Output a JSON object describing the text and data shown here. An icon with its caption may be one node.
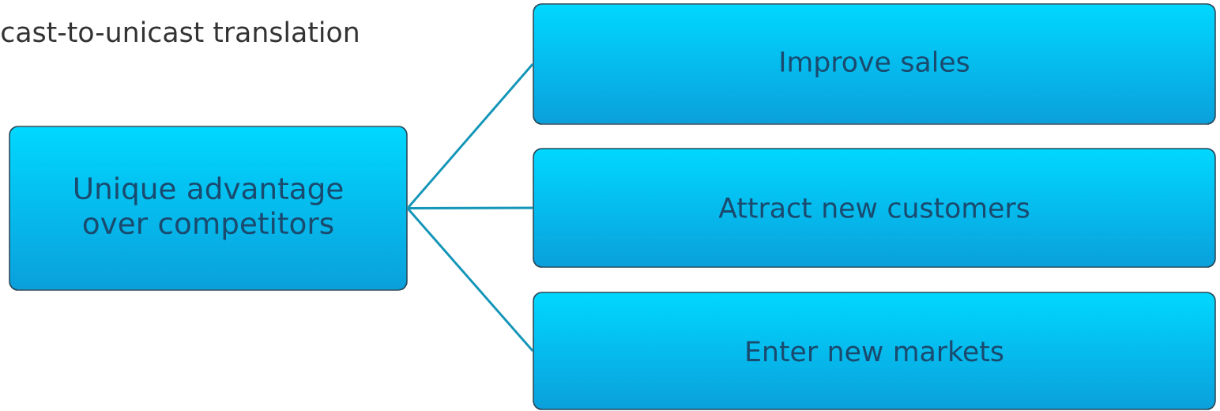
{
  "diagram": {
    "nodes": [
      {
        "text": [
          "Unique advantage over competitors"
        ]
      },
      {
        "text": [
          "Improve sales"
        ]
      },
      {
        "text": [
          "Attract new customers"
        ]
      },
      {
        "text": [
          "Enter new markets"
        ]
      }
    ],
    "edges": [
      {
        "from": 0,
        "to": 1,
        "arrow": "none"
      },
      {
        "from": 0,
        "to": 2,
        "arrow": "none"
      },
      {
        "from": 0,
        "to": 3,
        "arrow": "none"
      }
    ],
    "labels": [
      "cast-to-unicast translation"
    ]
  }
}
